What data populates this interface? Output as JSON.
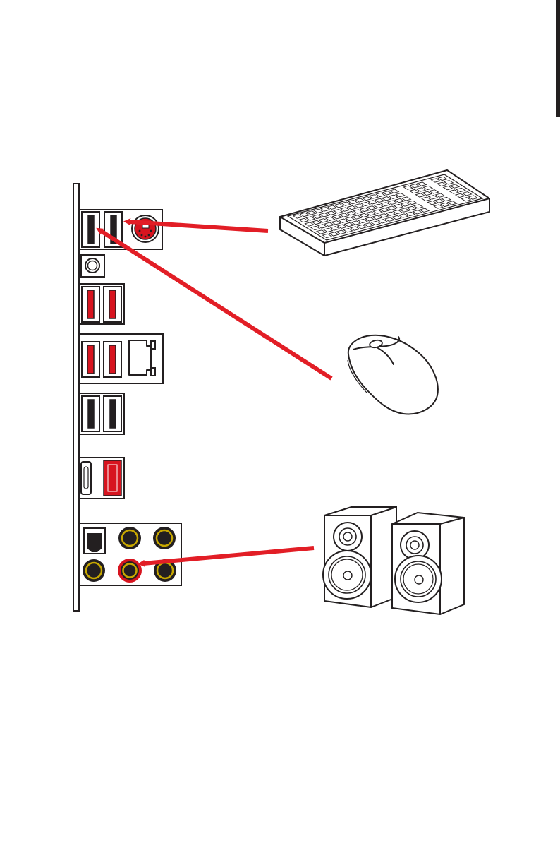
{
  "colors": {
    "arrow": "#e21e26",
    "usb_red": "#d7141f",
    "usb_black": "#231f20",
    "audio_ring": "#c8a800",
    "outline": "#231f20"
  },
  "icons": [
    "keyboard-icon",
    "mouse-icon",
    "speakers-icon",
    "io-panel-icon",
    "arrow-icon"
  ],
  "connections": [
    {
      "device": "keyboard-icon",
      "port": "usb-port"
    },
    {
      "device": "mouse-icon",
      "port": "usb-port"
    },
    {
      "device": "speakers-icon",
      "port": "line-out-jack"
    }
  ]
}
